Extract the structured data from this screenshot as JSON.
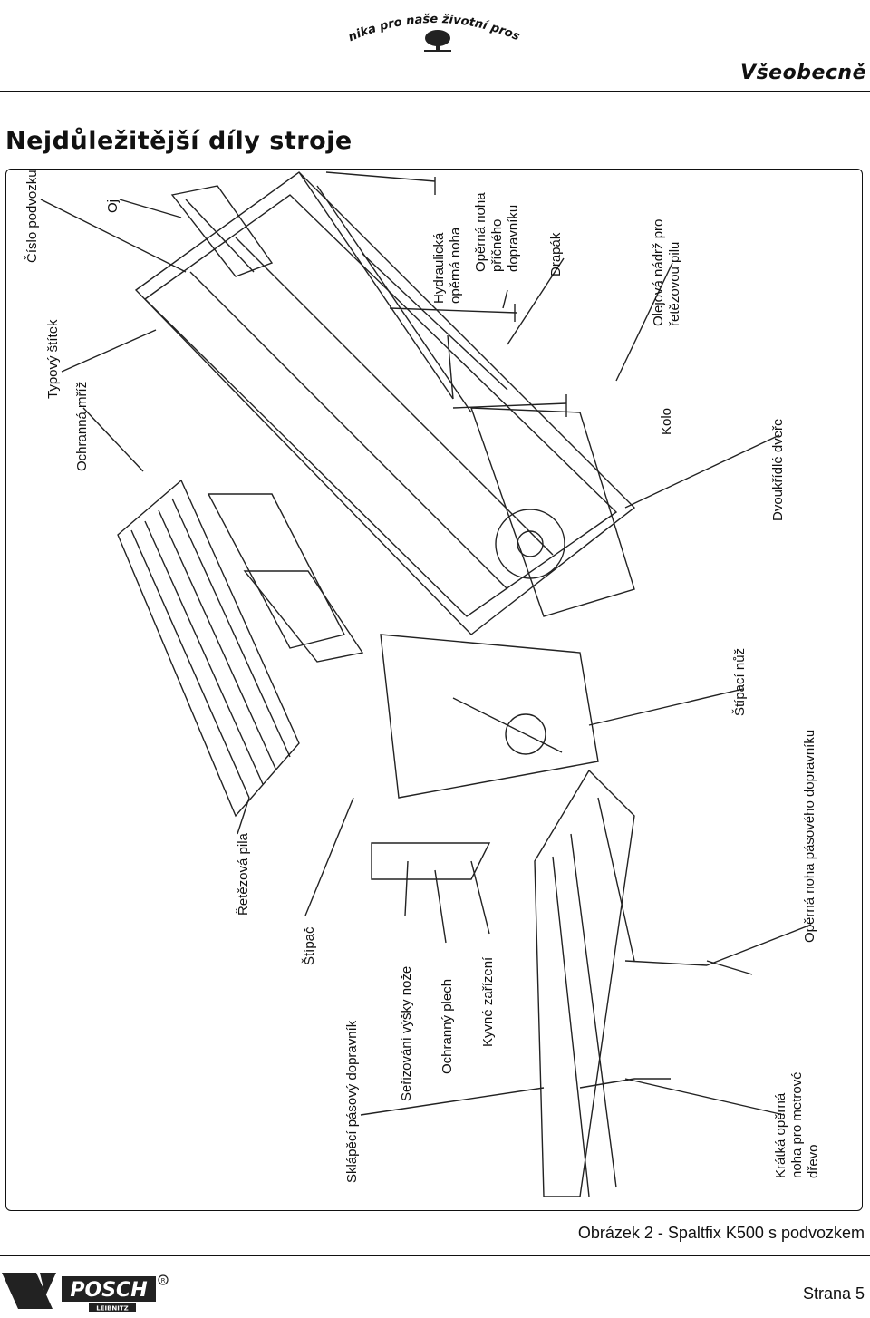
{
  "header": {
    "slogan": "Technika pro naše životní prostředí",
    "section": "Všeobecně"
  },
  "page_title": "Nejdůležitější díly stroje",
  "labels": {
    "cislo_podvozku": "Číslo podvozku",
    "typovy_stitek": "Typový štítek",
    "oj": "Oj",
    "ochranna_briz": "Ochranná mříž",
    "hydraulicka_noha": "Hydraulická opěrná noha",
    "operna_noha_pricneho": "Opěrná noha příčného dopravníku",
    "drapak": "Drapák",
    "olejova_nadrz": "Olejová nádrž pro řetězovou pilu",
    "kolo": "Kolo",
    "dvoukridle_dvere": "Dvoukřídlé dveře",
    "retezova_pila": "Řetězová pila",
    "stipac": "Štípač",
    "stipaci_nuz": "Štípací nůž",
    "sklapeci_dopravnik": "Sklápěcí pásový dopravník",
    "serizovani_vysky": "Seřizování výšky nože",
    "ochranny_plech": "Ochranný plech",
    "kyvne_zarizeni": "Kyvné zařízení",
    "operna_noha_pasoveho": "Opěrná noha pásového dopravníku",
    "kratka_noha": "Krátká opěrná noha pro metrové dřevo"
  },
  "caption": "Obrázek 2 - Spaltfix K500 s podvozkem",
  "footer": {
    "brand": "POSCH",
    "brand_sub": "LEIBNITZ",
    "page": "Strana 5"
  }
}
